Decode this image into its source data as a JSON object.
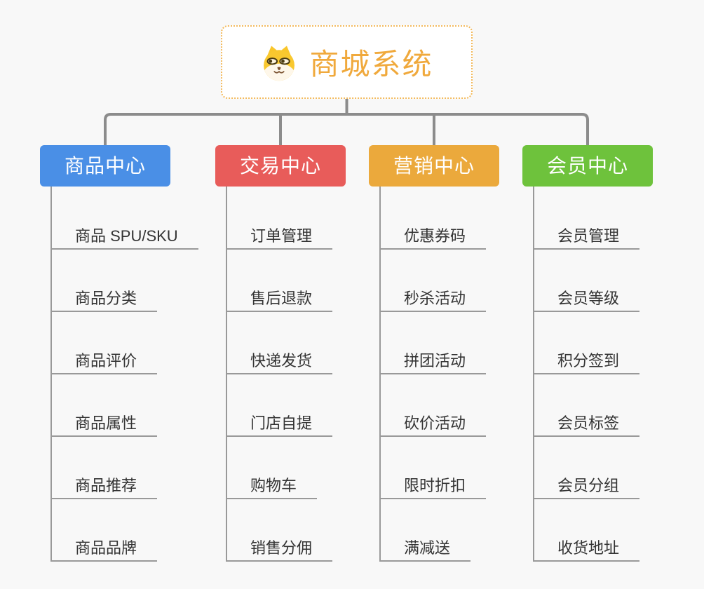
{
  "page": {
    "background": "#F8F8F8"
  },
  "root": {
    "title": "商城系统",
    "title_color": "#F0A93C",
    "border_color": "#F3BA5C",
    "icon": "dog-face-icon"
  },
  "connectors": {
    "trunk_color": "#8C8C8C",
    "branch_line_color": "#999999"
  },
  "child_text_color": "#333333",
  "branches": [
    {
      "slug": "product-center",
      "label": "商品中心",
      "color": "#4A8FE6",
      "items": [
        "商品 SPU/SKU",
        "商品分类",
        "商品评价",
        "商品属性",
        "商品推荐",
        "商品品牌"
      ]
    },
    {
      "slug": "trade-center",
      "label": "交易中心",
      "color": "#E85C5A",
      "items": [
        "订单管理",
        "售后退款",
        "快递发货",
        "门店自提",
        "购物车",
        "销售分佣"
      ]
    },
    {
      "slug": "marketing-center",
      "label": "营销中心",
      "color": "#EBA93C",
      "items": [
        "优惠券码",
        "秒杀活动",
        "拼团活动",
        "砍价活动",
        "限时折扣",
        "满减送"
      ]
    },
    {
      "slug": "member-center",
      "label": "会员中心",
      "color": "#6EC23C",
      "items": [
        "会员管理",
        "会员等级",
        "积分签到",
        "会员标签",
        "会员分组",
        "收货地址"
      ]
    }
  ]
}
